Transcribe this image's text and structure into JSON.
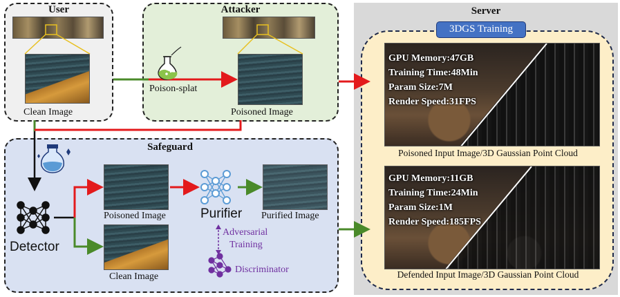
{
  "panels": {
    "user": "User",
    "attacker": "Attacker",
    "server": "Server",
    "safeguard": "Safeguard"
  },
  "labels": {
    "clean_image": "Clean Image",
    "poison_splat": "Poison-splat",
    "poisoned_image": "Poisoned Image",
    "training_badge": "3DGS Training",
    "detector": "Detector",
    "sg_poisoned_image": "Poisoned Image",
    "sg_clean_image": "Clean Image",
    "purifier": "Purifier",
    "purified_image": "Purified Image",
    "adversarial_training_1": "Adversarial",
    "adversarial_training_2": "Training",
    "discriminator": "Discriminator",
    "poisoned_caption": "Poisoned Input Image/3D Gaussian Point Cloud",
    "defended_caption": "Defended Input Image/3D Gaussian Point Cloud"
  },
  "stats": {
    "poisoned": [
      "GPU Memory:47GB",
      "Training Time:48Min",
      "Param Size:7M",
      "Render Speed:31FPS"
    ],
    "defended": [
      "GPU Memory:11GB",
      "Training Time:24Min",
      "Param Size:1M",
      "Render Speed:185FPS"
    ]
  },
  "colors": {
    "red_arrow": "#e31a1c",
    "green_arrow": "#4a8a2a",
    "user_bg": "#f0f0f0",
    "attacker_bg": "#e3efd9",
    "safeguard_bg": "#d9e1f2",
    "server_bg": "#d9d9d9",
    "server_inner_bg": "#fdeec8",
    "badge_bg": "#4472c4",
    "purple": "#7030a0",
    "network_blue": "#5b9bd5"
  }
}
